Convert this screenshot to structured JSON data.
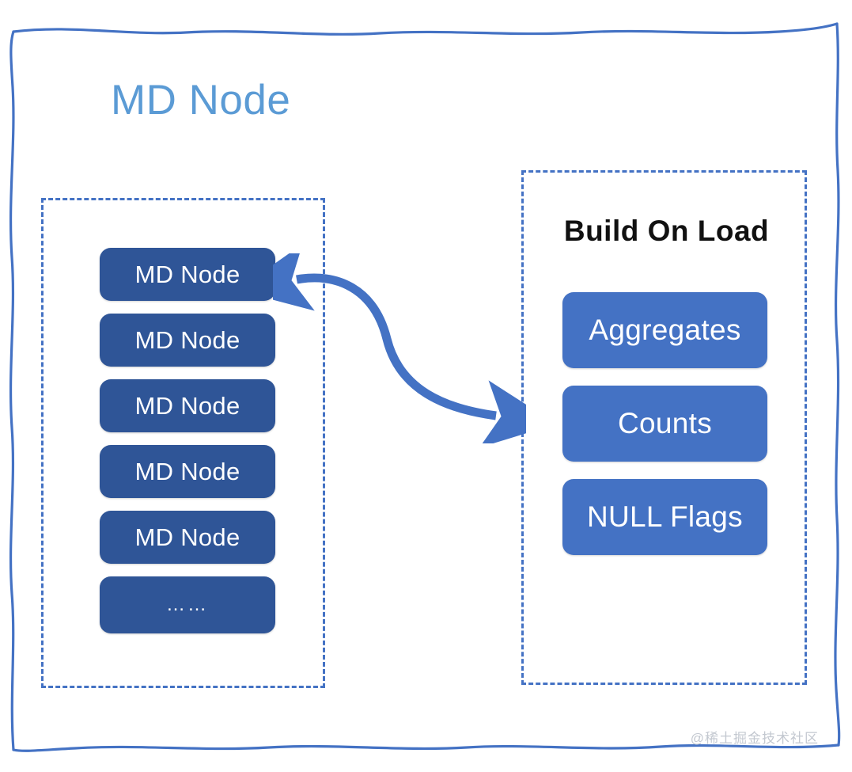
{
  "page": {
    "title": "MD Node",
    "title_color": "#5b9bd5",
    "background": "#ffffff",
    "border_color": "#4472c4",
    "watermark": "@稀土掘金技术社区"
  },
  "left_panel": {
    "border_color": "#4472c4",
    "box_color": "#2f5597",
    "nodes": [
      {
        "label": "MD Node"
      },
      {
        "label": "MD Node"
      },
      {
        "label": "MD Node"
      },
      {
        "label": "MD Node"
      },
      {
        "label": "MD Node"
      },
      {
        "label": "……"
      }
    ]
  },
  "right_panel": {
    "heading": "Build On Load",
    "heading_color": "#111111",
    "border_color": "#4472c4",
    "box_color": "#4472c4",
    "items": [
      {
        "label": "Aggregates"
      },
      {
        "label": "Counts"
      },
      {
        "label": "NULL Flags"
      }
    ]
  },
  "arrow": {
    "color": "#4472c4",
    "style": "double-headed-s-curve"
  }
}
